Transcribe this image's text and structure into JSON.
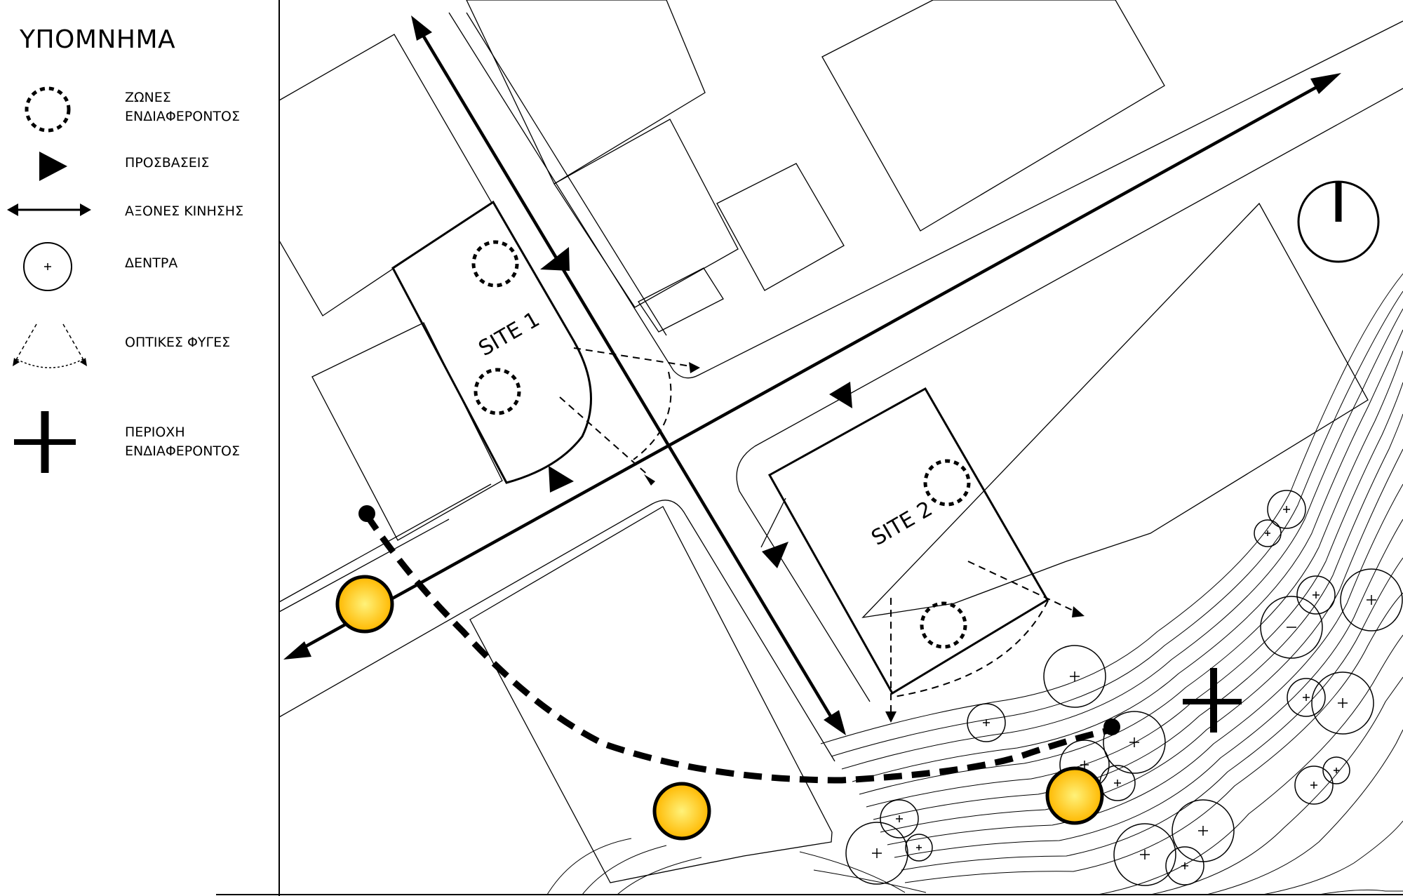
{
  "legend": {
    "title": "ΥΠΟΜΝΗΜΑ",
    "items": [
      {
        "symbol": "dashed-circle-icon",
        "label_line1": "ΖΩΝΕΣ",
        "label_line2": "ΕΝΔΙΑΦΕΡΟΝΤΟΣ"
      },
      {
        "symbol": "triangle-arrow-icon",
        "label_line1": "ΠΡΟΣΒΑΣΕΙΣ"
      },
      {
        "symbol": "double-arrow-icon",
        "label_line1": "ΑΞΟΝΕΣ ΚΙΝΗΣΗΣ"
      },
      {
        "symbol": "tree-icon",
        "label_line1": "ΔΕΝΤΡΑ"
      },
      {
        "symbol": "view-cone-icon",
        "label_line1": "ΟΠΤΙΚΕΣ ΦΥΓΕΣ"
      },
      {
        "symbol": "cross-icon",
        "label_line1": "ΠΕΡΙΟΧΗ",
        "label_line2": "ΕΝΔΙΑΦΕΡΟΝΤΟΣ"
      }
    ]
  },
  "map": {
    "site1_label": "SITE 1",
    "site2_label": "SITE 2",
    "north_symbol": "north-arrow-icon"
  },
  "colors": {
    "line": "#000000",
    "point_fill": "#ffc400",
    "point_glow": "#ffee55",
    "background": "#ffffff"
  }
}
